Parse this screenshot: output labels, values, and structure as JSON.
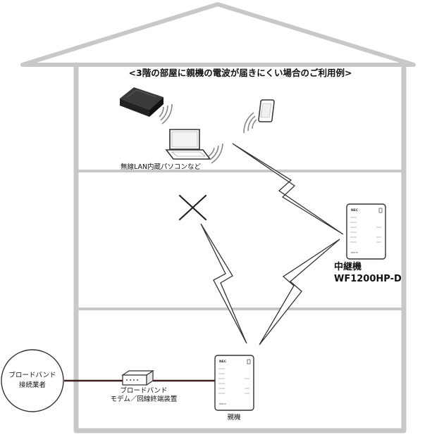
{
  "title": "<3階の部屋に親機の電波が届きにくい場合のご利用例>",
  "labels": {
    "laptop": "無線LAN内蔵パソコンなど",
    "repeater_line1": "中継機",
    "repeater_line2": "WF1200HP-D",
    "modem_line1": "ブロードバンド",
    "modem_line2": "モデム／回線終端装置",
    "parent": "親機",
    "isp_line1": "ブロードバンド",
    "isp_line2": "接続業者"
  },
  "device_marks": {
    "brand": "NEC",
    "footer": "Aterm"
  },
  "colors": {
    "house_outline": "#c8c8c8",
    "cable": "#3a1f1a",
    "text": "#111111",
    "router_body": "#2e2e2e"
  },
  "icons": [
    "wifi-waves-icon",
    "lightning-bolt-icon",
    "blocked-x-icon",
    "router-icon",
    "laptop-icon",
    "smartphone-icon"
  ]
}
